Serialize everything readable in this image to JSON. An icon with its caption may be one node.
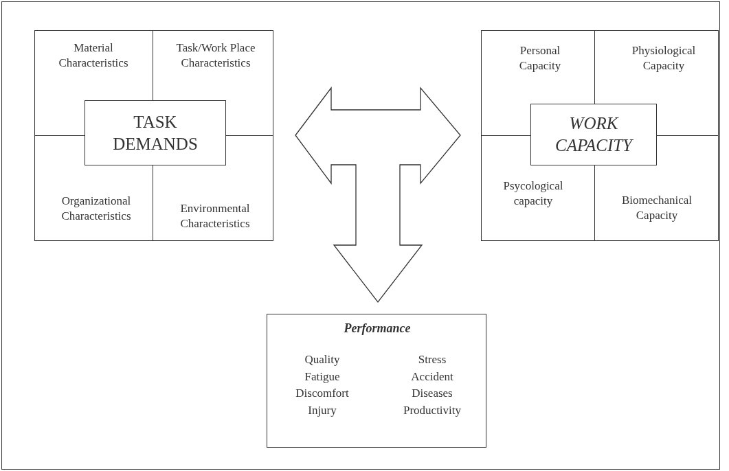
{
  "diagram": {
    "nodes": [
      {
        "text": [],
        "shape": "box"
      },
      {
        "text": [
          "Material Characteristics"
        ],
        "in": 0
      },
      {
        "text": [
          "Task/Work Place Characteristics"
        ],
        "in": 0
      },
      {
        "text": [
          "Organizational Characteristics"
        ],
        "in": 0
      },
      {
        "text": [
          "Environmental Characteristics"
        ],
        "in": 0
      },
      {
        "text": [
          "TASK DEMANDS"
        ],
        "in": 0
      },
      {
        "text": [],
        "shape": "box"
      },
      {
        "text": [
          "Personal Capacity"
        ],
        "in": 6
      },
      {
        "text": [
          "Physiological Capacity"
        ],
        "in": 6
      },
      {
        "text": [
          "Psycological capacity"
        ],
        "in": 6
      },
      {
        "text": [
          "Biomechanical Capacity"
        ],
        "in": 6
      },
      {
        "text": [
          "WORK CAPACITY"
        ],
        "in": 6
      },
      {
        "text": [
          "Performance",
          "Quality Fatigue Discomfort Injury",
          "Stress Accident Diseases Productivity"
        ]
      }
    ],
    "edges": [
      {
        "from": 0,
        "to": 6,
        "arrow": "both"
      },
      {
        "from": 0,
        "to": 12,
        "arrow": "to"
      },
      {
        "from": 6,
        "to": 12,
        "arrow": "to"
      }
    ]
  }
}
